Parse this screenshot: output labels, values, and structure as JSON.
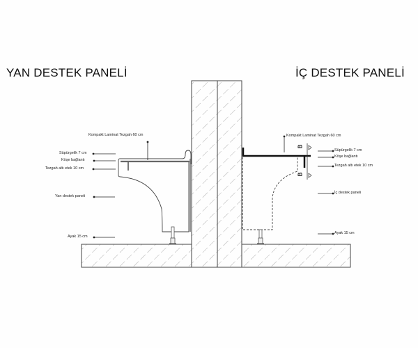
{
  "titles": {
    "left": "YAN DESTEK PANELİ",
    "right": "İÇ DESTEK PANELİ"
  },
  "left_labels": {
    "countertop": "Kompakt Laminat Tezgah 60 cm",
    "skirting": "Süpürgelik 7 cm",
    "corner": "Köşe bağlantı",
    "apron": "Tezgah altı etek 10 cm",
    "panel": "Yan destek paneli",
    "leg": "Ayak 15 cm"
  },
  "right_labels": {
    "countertop": "Kompakt Laminat Tezgah 60 cm",
    "skirting": "Süpürgelik 7 cm",
    "corner": "Köşe bağlantı",
    "apron": "Tezgah altı etek 10 cm",
    "panel": "İç destek paneli",
    "leg": "Ayak 15 cm"
  },
  "section_marks": {
    "top": "B",
    "bottom": "B"
  },
  "colors": {
    "line": "#333333",
    "hatch": "#8a8a8a",
    "background": "#fefefe"
  }
}
